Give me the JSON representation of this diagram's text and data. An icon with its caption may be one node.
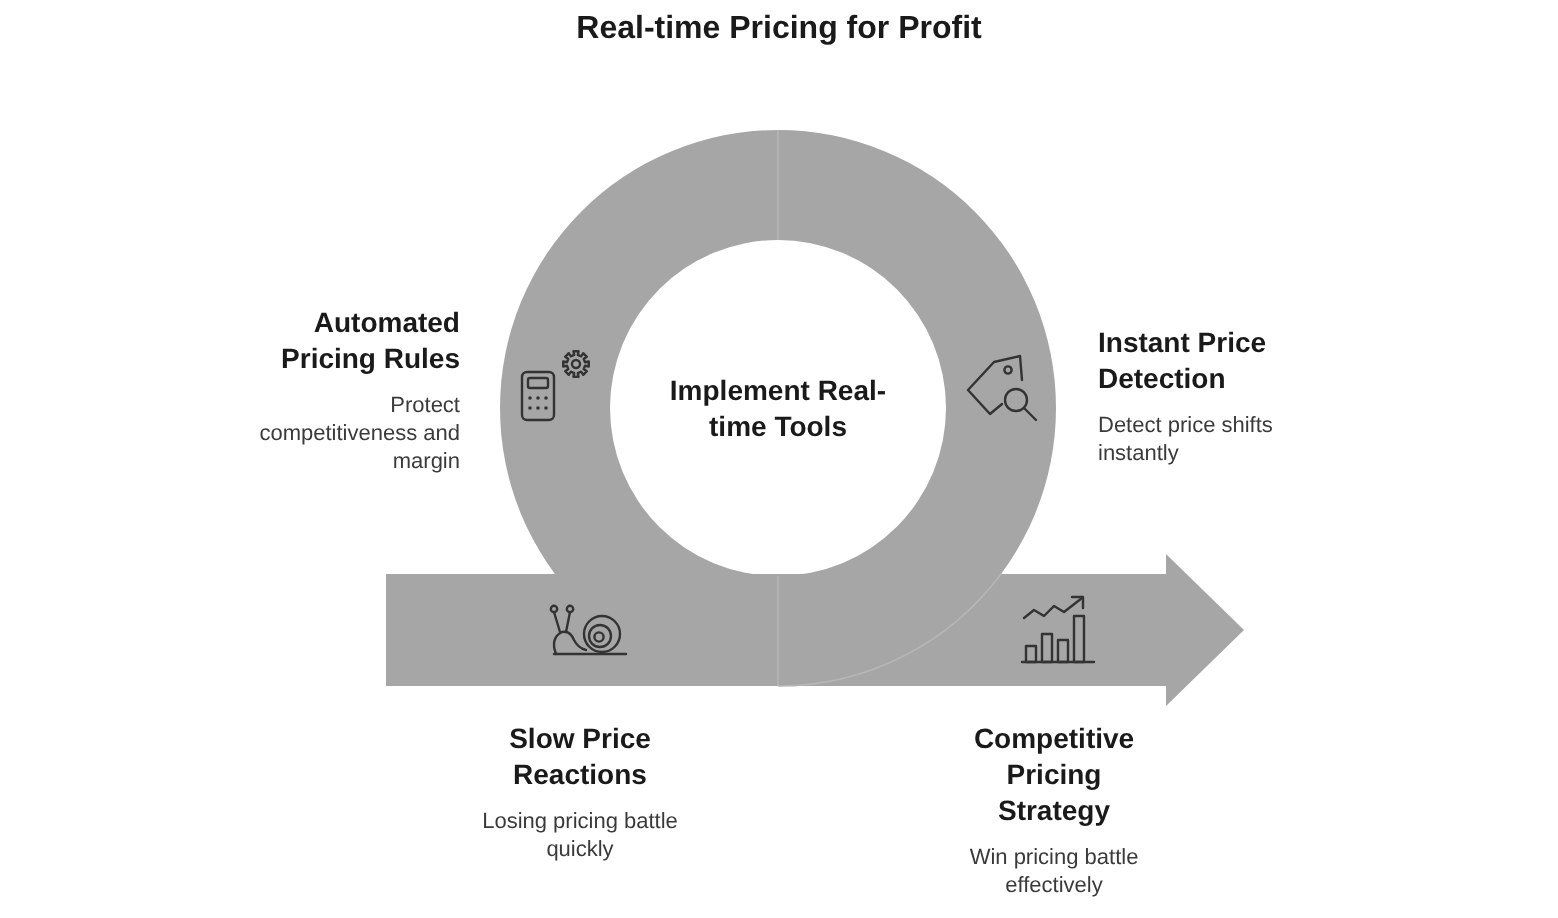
{
  "diagram": {
    "title": "Real-time Pricing for Profit",
    "nodes": [
      {
        "text": [
          "Automated Pricing Rules",
          "Protect competitiveness and margin"
        ]
      },
      {
        "text": [
          "Implement Real-time Tools"
        ]
      },
      {
        "text": [
          "Instant Price Detection",
          "Detect price shifts instantly"
        ]
      },
      {
        "text": [
          "Slow Price Reactions",
          "Losing pricing battle quickly"
        ]
      },
      {
        "text": [
          "Competitive Pricing Strategy",
          "Win pricing battle effectively"
        ]
      }
    ]
  }
}
